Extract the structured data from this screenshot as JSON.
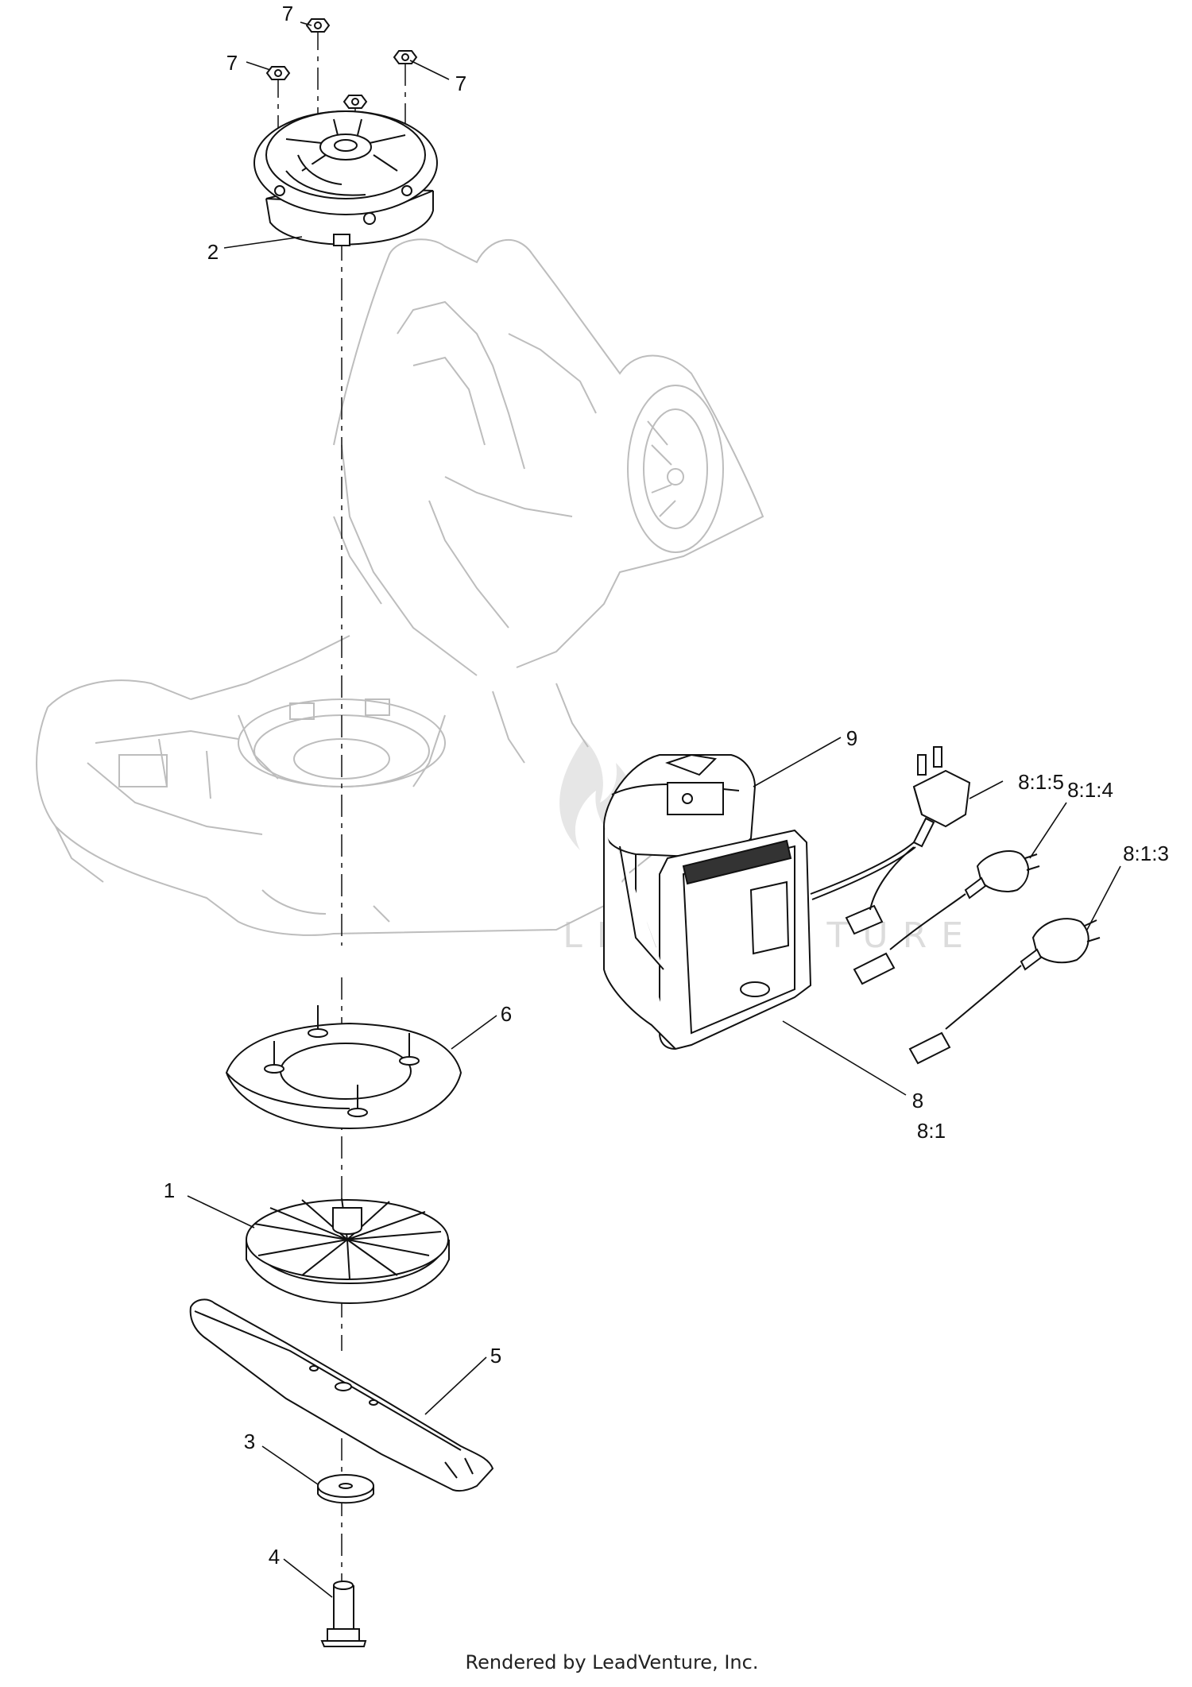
{
  "callouts": {
    "c7a": "7",
    "c7b": "7",
    "c7c": "7",
    "c2": "2",
    "c9": "9",
    "c815": "8:1:5",
    "c814": "8:1:4",
    "c813": "8:1:3",
    "c6": "6",
    "c8": "8",
    "c81": "8:1",
    "c1": "1",
    "c5": "5",
    "c3": "3",
    "c4": "4"
  },
  "watermark": "LEADVENTURE",
  "footer": "Rendered by LeadVenture, Inc.",
  "colors": {
    "line": "#111111",
    "phantom": "#bdbdbd",
    "watermark": "#dcdcdc"
  }
}
